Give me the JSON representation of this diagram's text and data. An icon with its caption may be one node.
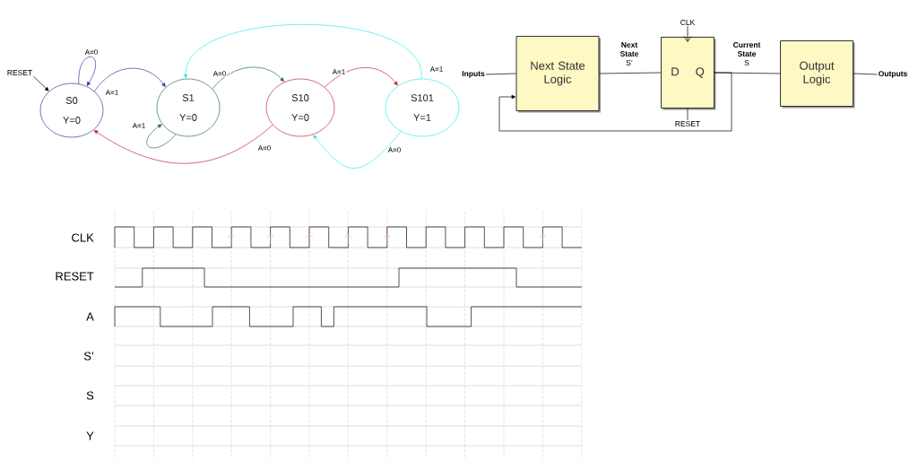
{
  "diagram": {
    "nodes": [
      {
        "text": [
          "S0",
          "Y=0"
        ]
      },
      {
        "text": [
          "S1",
          "Y=0"
        ]
      },
      {
        "text": [
          "S10",
          "Y=0"
        ]
      },
      {
        "text": [
          "S101",
          "Y=1"
        ]
      },
      {
        "text": [
          "RESET"
        ]
      },
      {
        "text": [
          "Inputs"
        ]
      },
      {
        "text": [
          "Next State Logic"
        ]
      },
      {
        "text": [
          "D",
          "Q"
        ]
      },
      {
        "text": [
          "CLK"
        ]
      },
      {
        "text": [
          "RESET"
        ]
      },
      {
        "text": [
          "Output Logic"
        ]
      },
      {
        "text": [
          "Outputs"
        ]
      }
    ],
    "edges": [
      {
        "from": 4,
        "to": 0,
        "arrow": "to"
      },
      {
        "from": 0,
        "to": 0,
        "arrow": "to",
        "label": "A=0",
        "color": "#3a3a9a"
      },
      {
        "from": 0,
        "to": 1,
        "arrow": "to",
        "label": "A=1",
        "color": "#3a3a9a"
      },
      {
        "from": 1,
        "to": 1,
        "arrow": "to",
        "label": "A=1",
        "color": "#2f6e55"
      },
      {
        "from": 1,
        "to": 2,
        "arrow": "to",
        "label": "A=0",
        "color": "#2f6e55"
      },
      {
        "from": 2,
        "to": 3,
        "arrow": "to",
        "label": "A=1",
        "color": "#c8283a"
      },
      {
        "from": 3,
        "to": 1,
        "arrow": "to",
        "label": "A=1",
        "color": "#3ee6e6"
      },
      {
        "from": 2,
        "to": 0,
        "arrow": "to",
        "label": "A=0",
        "color": "#c8283a"
      },
      {
        "from": 3,
        "to": 2,
        "arrow": "to",
        "label": "A=0",
        "color": "#3ee6e6"
      },
      {
        "from": 5,
        "to": 6,
        "arrow": "none"
      },
      {
        "from": 6,
        "to": 7,
        "arrow": "none",
        "label": "**Next State** S’"
      },
      {
        "from": 7,
        "to": 10,
        "arrow": "none",
        "label": "**Current State** S"
      },
      {
        "from": 10,
        "to": 11,
        "arrow": "none"
      },
      {
        "from": 7,
        "to": 6,
        "arrow": "to"
      },
      {
        "from": 8,
        "to": 7,
        "arrow": "to"
      },
      {
        "from": 9,
        "to": 7,
        "arrow": "none"
      }
    ],
    "labels": [
      "CLK",
      "RESET",
      "A",
      "S’",
      "S",
      "Y"
    ]
  }
}
